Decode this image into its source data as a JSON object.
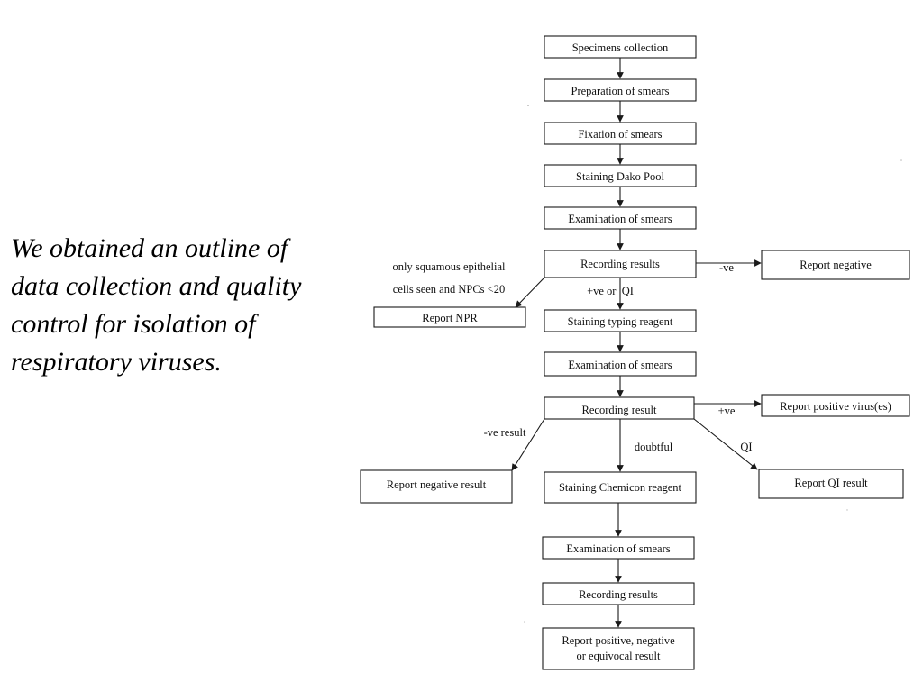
{
  "caption": {
    "lines": [
      "We obtained an outline of",
      "data collection and quality",
      "control for isolation of",
      "respiratory viruses."
    ]
  },
  "flowchart": {
    "nodes": {
      "specimens_collection": "Specimens collection",
      "preparation_of_smears": "Preparation of smears",
      "fixation_of_smears": "Fixation of smears",
      "staining_dako_pool": "Staining Dako Pool",
      "examination_of_smears_1": "Examination of smears",
      "recording_results_1": "Recording results",
      "report_negative": "Report negative",
      "report_npr": "Report NPR",
      "staining_typing_reagent": "Staining typing reagent",
      "examination_of_smears_2": "Examination of smears",
      "recording_result_2": "Recording result",
      "report_positive_viruses": "Report positive virus(es)",
      "report_negative_result": "Report negative result",
      "staining_chemicon_reagent": "Staining Chemicon reagent",
      "report_qi_result": "Report QI result",
      "examination_of_smears_3": "Examination of smears",
      "recording_results_3": "Recording results",
      "final_report_line1": "Report positive, negative",
      "final_report_line2": "or equivocal result"
    },
    "edge_labels": {
      "neg_ve": "-ve",
      "squamous_line1": "only squamous epithelial",
      "squamous_line2": "cells seen and NPCs <20",
      "pos_ve_or_qi": "+ve or  QI",
      "pos_ve": "+ve",
      "neg_ve_result": "-ve result",
      "doubtful": "doubtful",
      "qi": "QI"
    }
  }
}
